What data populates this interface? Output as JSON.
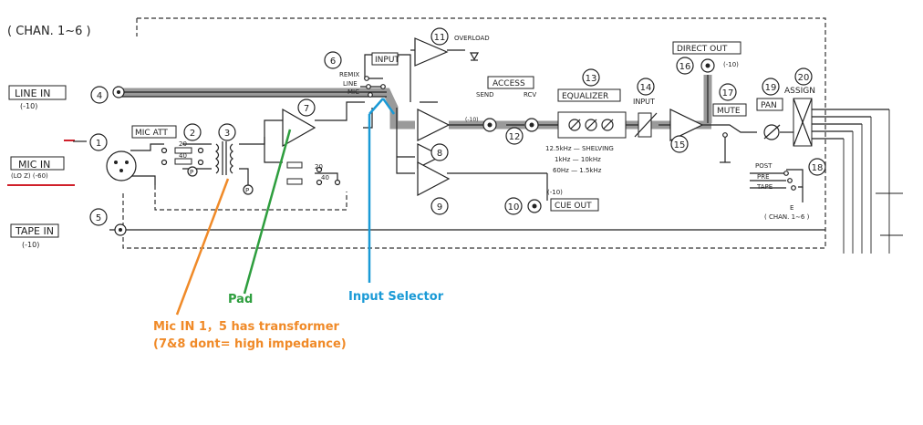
{
  "diagram": {
    "block_title": "( CHAN. 1∼6 )",
    "inputs": {
      "line_in": {
        "label": "LINE IN",
        "level": "(-10)"
      },
      "mic_in": {
        "label": "MIC IN",
        "level": "(LO Z) (-60)"
      },
      "tape_in": {
        "label": "TAPE IN",
        "level": "(-10)"
      }
    },
    "numbers": [
      "1",
      "2",
      "3",
      "4",
      "5",
      "6",
      "7",
      "8",
      "9",
      "10",
      "11",
      "12",
      "13",
      "14",
      "15",
      "16",
      "17",
      "18",
      "19",
      "20"
    ],
    "blocks": {
      "mic_att": "MIC ATT",
      "input": "INPUT",
      "remix": "REMIX",
      "line": "LINE",
      "mic": "MIC",
      "overload": "OVERLOAD",
      "access": "ACCESS",
      "send": "SEND",
      "rcv": "RCV",
      "equalizer": "EQUALIZER",
      "input_gain": "INPUT",
      "direct_out": "DIRECT OUT",
      "direct_out_level": "(-10)",
      "mute": "MUTE",
      "pan": "PAN",
      "assign": "ASSIGN",
      "post": "POST",
      "pre": "PRE",
      "tape": "TAPE",
      "chan_ref": "( CHAN. 1∼6 )",
      "cue_out": "CUE OUT",
      "cue_out_level": "(-10)",
      "send_level": "(-10)",
      "att_20": "20",
      "att_40": "40",
      "pad_20": "20",
      "pad_40": "40",
      "p": "P",
      "e": "E"
    },
    "eq_specs": [
      "12.5kHz — SHELVING",
      "1kHz — 10kHz",
      "60Hz — 1.5kHz"
    ],
    "annotations": {
      "pad": "Pad",
      "input_selector": "Input Selector",
      "transformer_line1": "Mic IN 1，5 has transformer",
      "transformer_line2": "(7&8 dont= high impedance)"
    },
    "colors": {
      "line_art": "#222222",
      "signal_highlight": "#9a9a9a",
      "mic_marker": "#d0202a",
      "pad_annotation": "#2e9e3e",
      "selector_annotation": "#1a9ad6",
      "transformer_annotation": "#f08a28"
    }
  }
}
